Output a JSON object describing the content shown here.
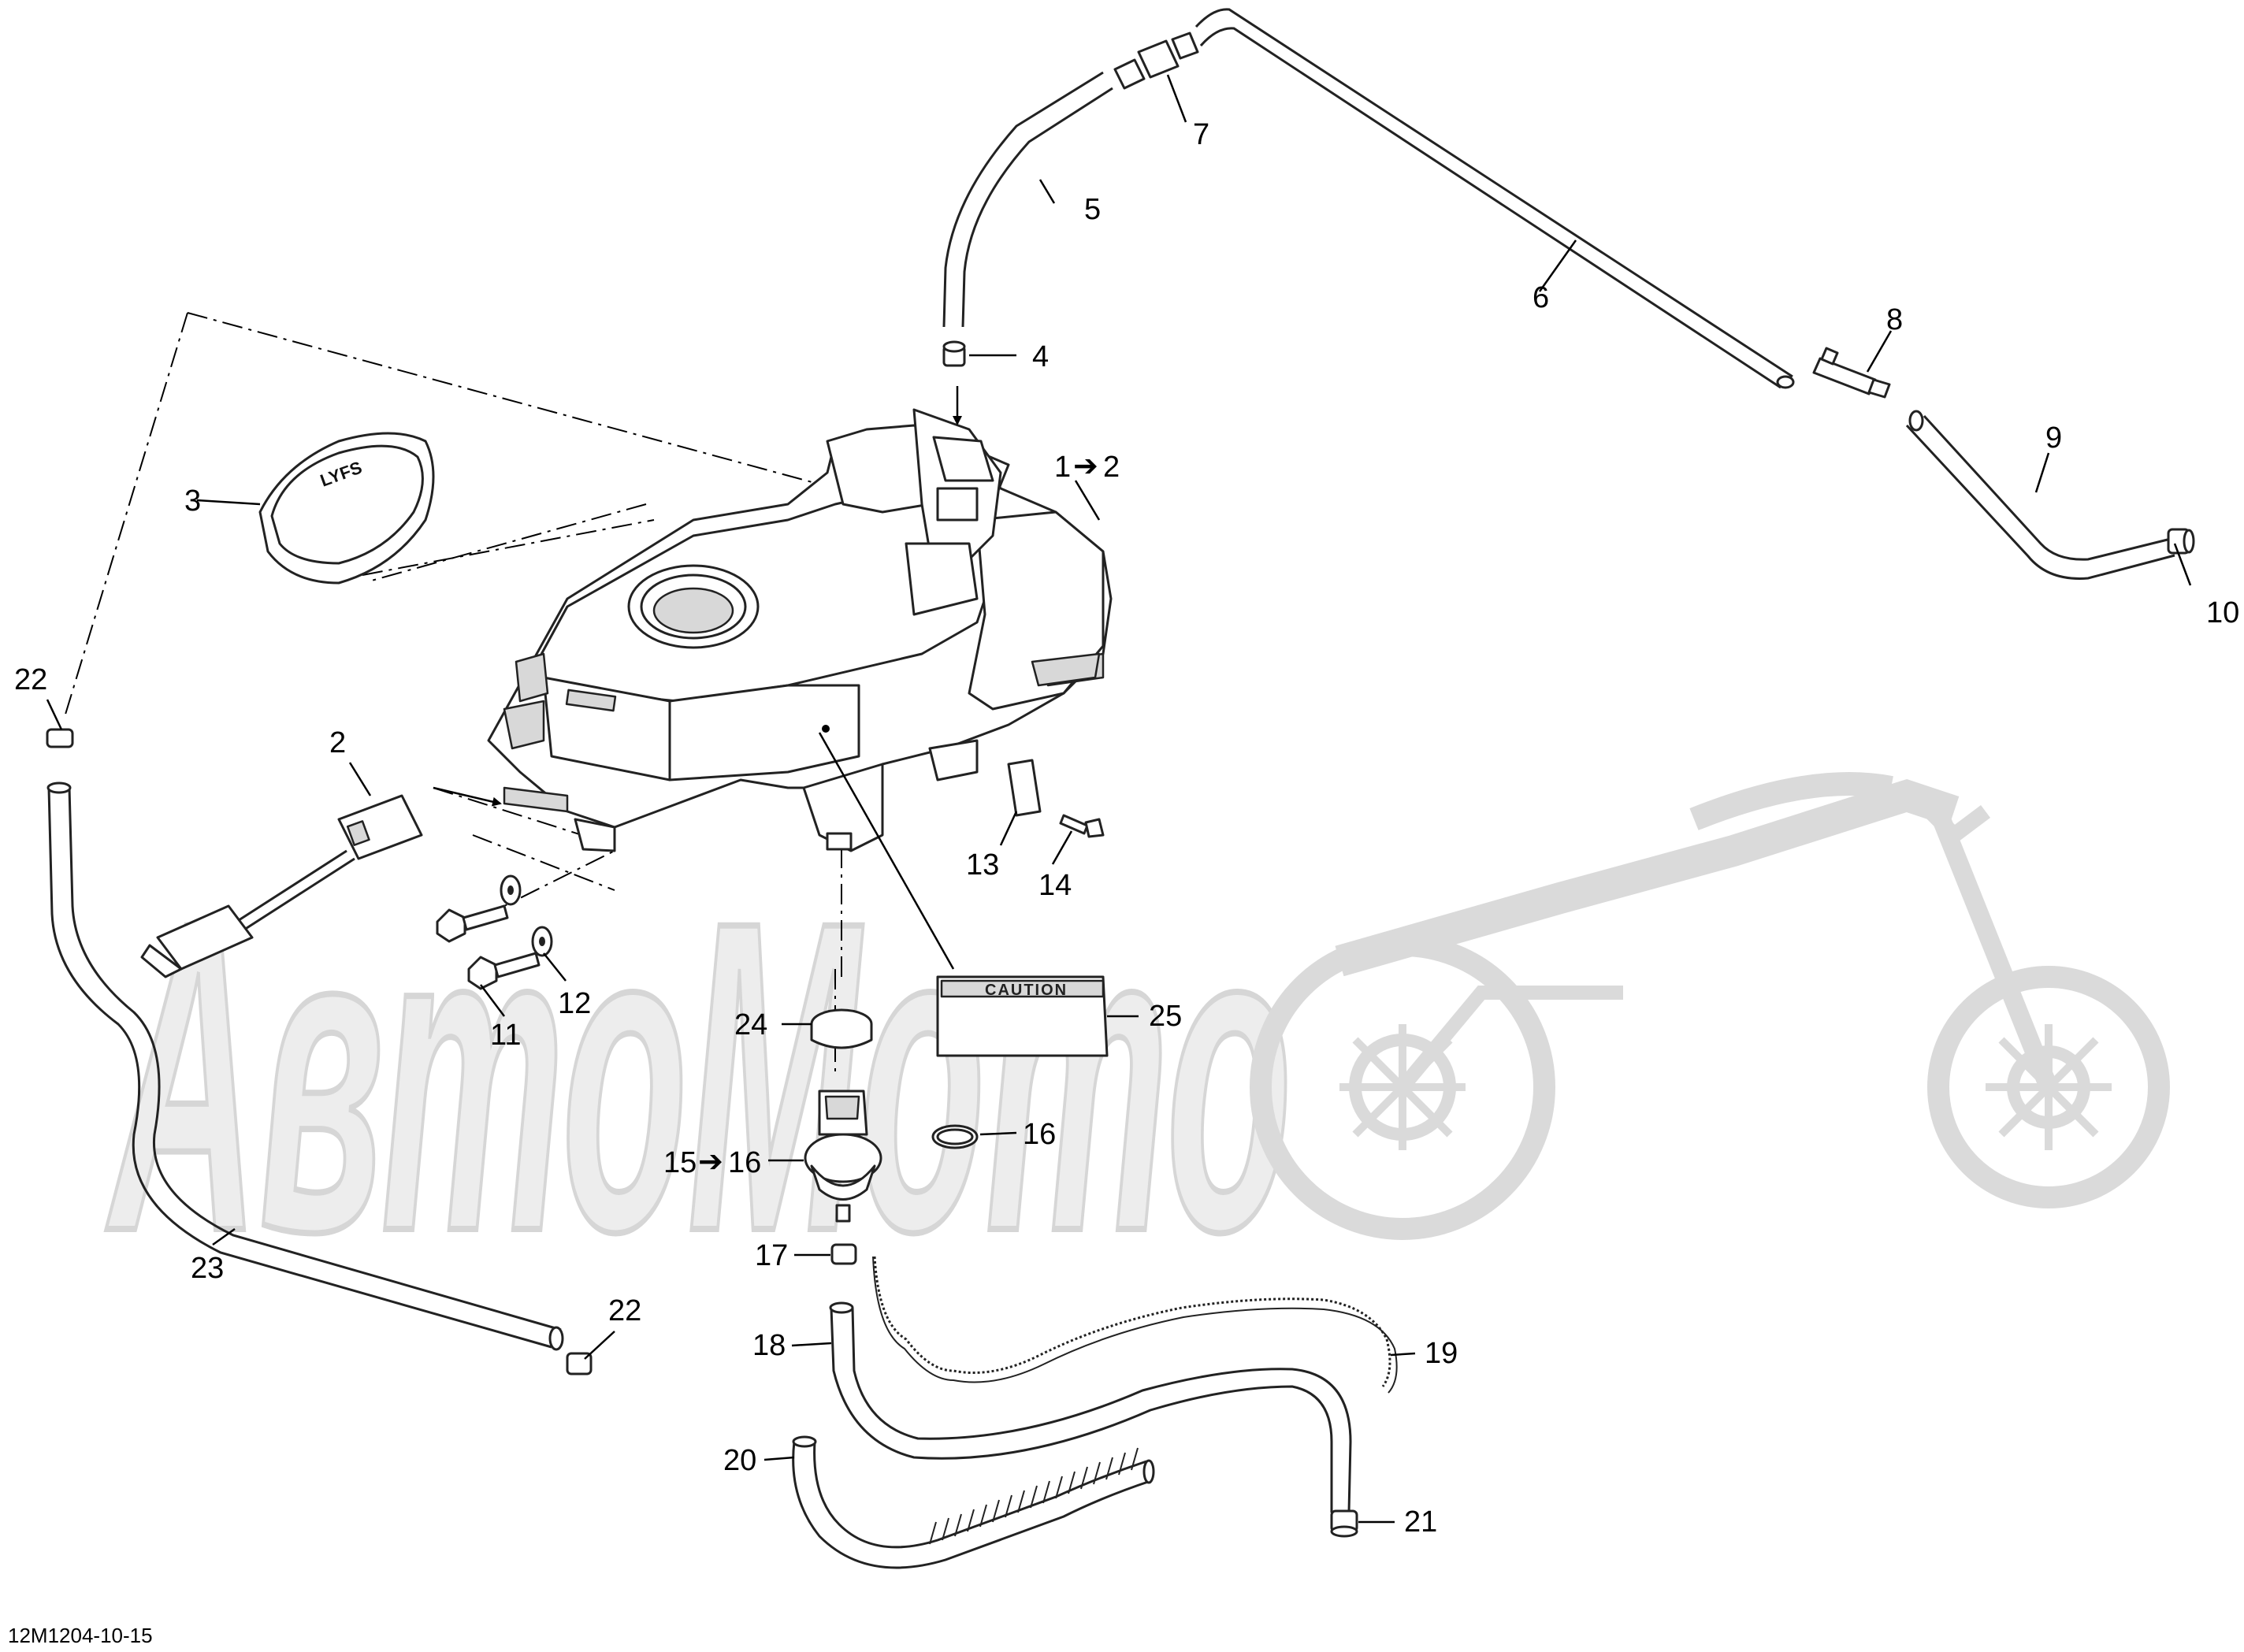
{
  "diagram_code": "12M1204-10-15",
  "watermark": "АвтоМото",
  "caution_label": "CAUTION",
  "cap_logo": "LYFS",
  "callouts": {
    "c1": "1",
    "c1_target": "2",
    "c2": "2",
    "c3": "3",
    "c4": "4",
    "c5": "5",
    "c6": "6",
    "c7": "7",
    "c8": "8",
    "c9": "9",
    "c10": "10",
    "c11": "11",
    "c12": "12",
    "c13": "13",
    "c14": "14",
    "c15": "15",
    "c15_target": "16",
    "c16": "16",
    "c17": "17",
    "c18": "18",
    "c19": "19",
    "c20": "20",
    "c21": "21",
    "c22a": "22",
    "c22b": "22",
    "c23": "23",
    "c24": "24",
    "c25": "25"
  }
}
